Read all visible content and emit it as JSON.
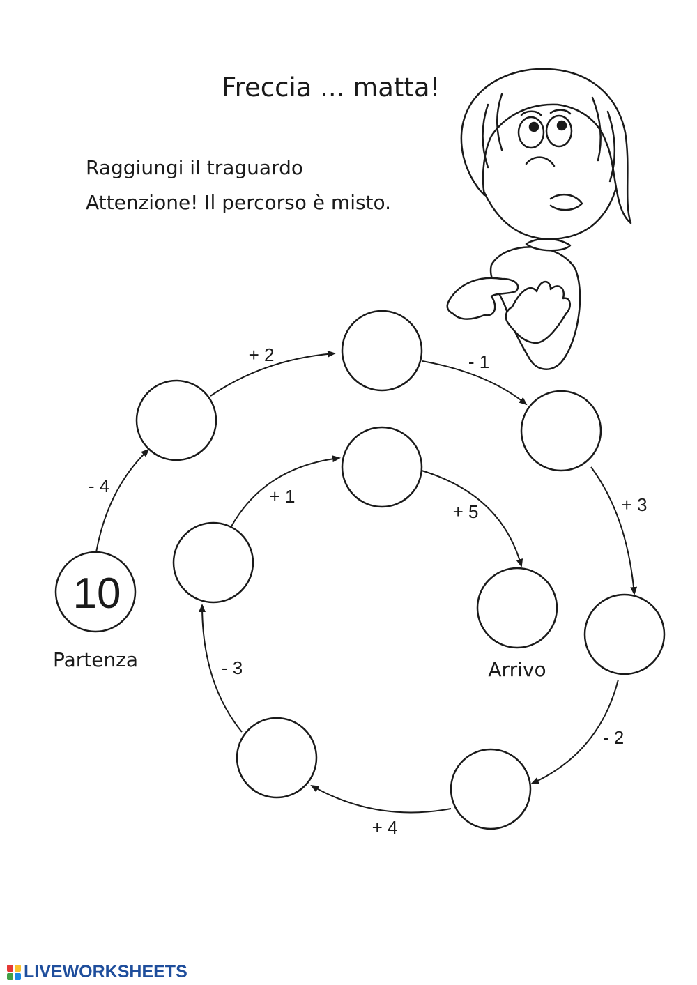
{
  "title": "Freccia ... matta!",
  "instructions": [
    "Raggiungi il traguardo",
    "Attenzione! Il percorso è misto."
  ],
  "start": {
    "value": "10",
    "label": "Partenza"
  },
  "finish": {
    "label": "Arrivo"
  },
  "operations": [
    "- 4",
    "+ 2",
    "- 1",
    "+ 3",
    "- 2",
    "+ 4",
    "- 3",
    "+ 1",
    "+ 5"
  ],
  "answer_circles": [
    "",
    "",
    "",
    "",
    "",
    "",
    "",
    "",
    ""
  ],
  "footer": {
    "brand": "LIVEWORKSHEETS",
    "logo_colors": [
      "#e53935",
      "#fbc02d",
      "#43a047",
      "#1e88e5"
    ]
  },
  "illustration": "worried-child-cartoon"
}
